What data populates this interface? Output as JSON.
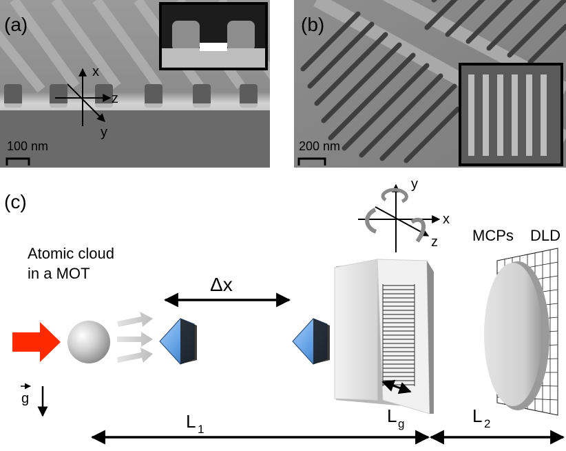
{
  "panels": {
    "a": {
      "label": "(a)",
      "scale_bar": "100 nm",
      "axes": {
        "x": "x",
        "z": "z",
        "y": "y"
      }
    },
    "b": {
      "label": "(b)",
      "scale_bar": "200 nm"
    },
    "c": {
      "label": "(c)"
    }
  },
  "schematic": {
    "source_label_line1": "Atomic cloud",
    "source_label_line2": "in a MOT",
    "separation_label": "Δx",
    "gravity_label": "g",
    "axes": {
      "y": "y",
      "x": "x",
      "z": "z"
    },
    "detector_mcp_label": "MCPs",
    "detector_dld_label": "DLD",
    "grating_length_label": "L",
    "grating_length_sub": "g",
    "distance1_label": "L",
    "distance1_sub": "1",
    "distance2_label": "L",
    "distance2_sub": "2"
  },
  "colors": {
    "sem_bg": "#8a8a8a",
    "input_arrow": "#ff2a00",
    "molecule_blue": "#5a9ae0",
    "grating_face": "#e6e6e6",
    "detector_disc": "#cfcfcf"
  }
}
